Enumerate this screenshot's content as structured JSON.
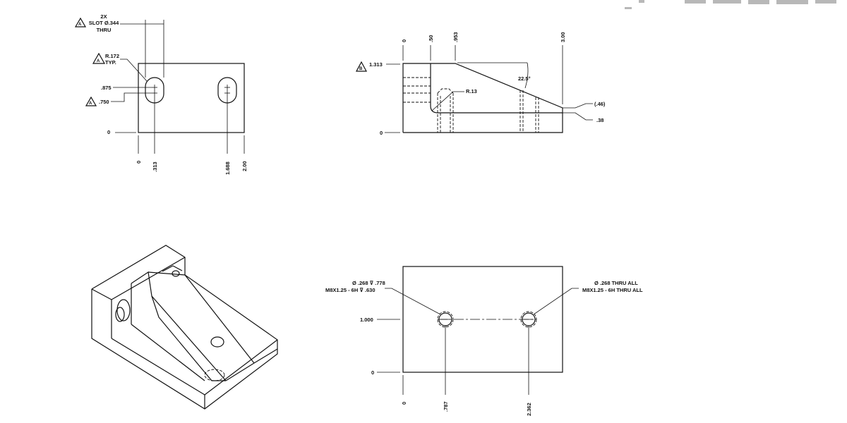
{
  "views": {
    "top": {
      "slot_note": [
        "2X",
        "SLOT Ø.344",
        "THRU"
      ],
      "radius_note": [
        "R.172",
        "TYP."
      ],
      "dim_875": ".875",
      "dim_750": ".750",
      "origin_y": "0",
      "origin_x": "0",
      "dim_313": ".313",
      "dim_1688": "1.688",
      "dim_200": "2.00"
    },
    "front": {
      "dim_1313": "1.313",
      "origin_y": "0",
      "origin_x": "0",
      "dim_50": ".50",
      "dim_953": ".953",
      "dim_300": "3.00",
      "angle": "22.5°",
      "radius": "R.13",
      "dim_46": "(.46)",
      "dim_38": ".38"
    },
    "bottom": {
      "hole_left": [
        "Ø .268 ⊽ .778",
        "M8X1.25 - 6H ⊽ .630"
      ],
      "hole_right": [
        "Ø .268 THRU ALL",
        "M8X1.25 - 6H THRU ALL"
      ],
      "dim_1000": "1.000",
      "origin_y": "0",
      "origin_x": "0",
      "dim_787": ".787",
      "dim_2362": "2.362"
    },
    "flags": {
      "a": "A",
      "b": "B"
    }
  }
}
